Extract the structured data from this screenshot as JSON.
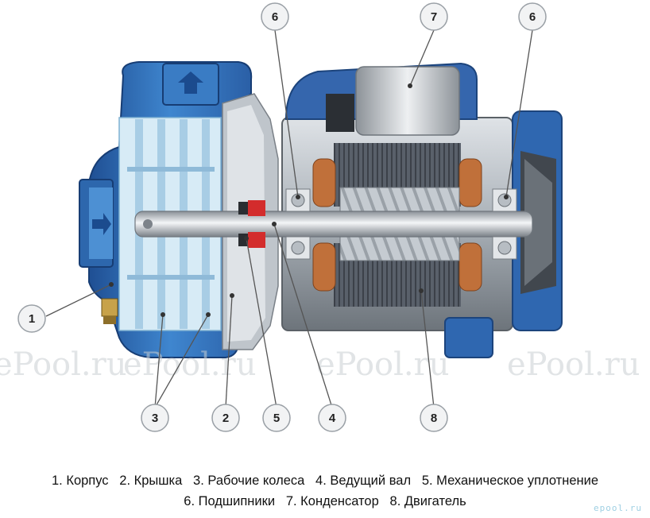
{
  "diagram": {
    "callouts": [
      {
        "id": "c1",
        "label": "1"
      },
      {
        "id": "c2",
        "label": "2"
      },
      {
        "id": "c3",
        "label": "3"
      },
      {
        "id": "c4",
        "label": "4"
      },
      {
        "id": "c5",
        "label": "5"
      },
      {
        "id": "c6a",
        "label": "6"
      },
      {
        "id": "c6b",
        "label": "6"
      },
      {
        "id": "c7",
        "label": "7"
      },
      {
        "id": "c8",
        "label": "8"
      }
    ],
    "watermark": "ePool.ru",
    "corner_logo": "epool.ru"
  },
  "legend": {
    "line1": "1. Корпус   2. Крышка   3. Рабочие колеса   4. Ведущий вал   5. Механическое уплотнение",
    "line2": "6. Подшипники   7. Конденсатор   8. Двигатель"
  },
  "colors": {
    "pump_blue": "#2f6db5",
    "impeller_light": "#cfe6f3",
    "motor_gray": "#7f8790",
    "stator_dark": "#4a4f55",
    "winding_copper": "#c0703a"
  }
}
